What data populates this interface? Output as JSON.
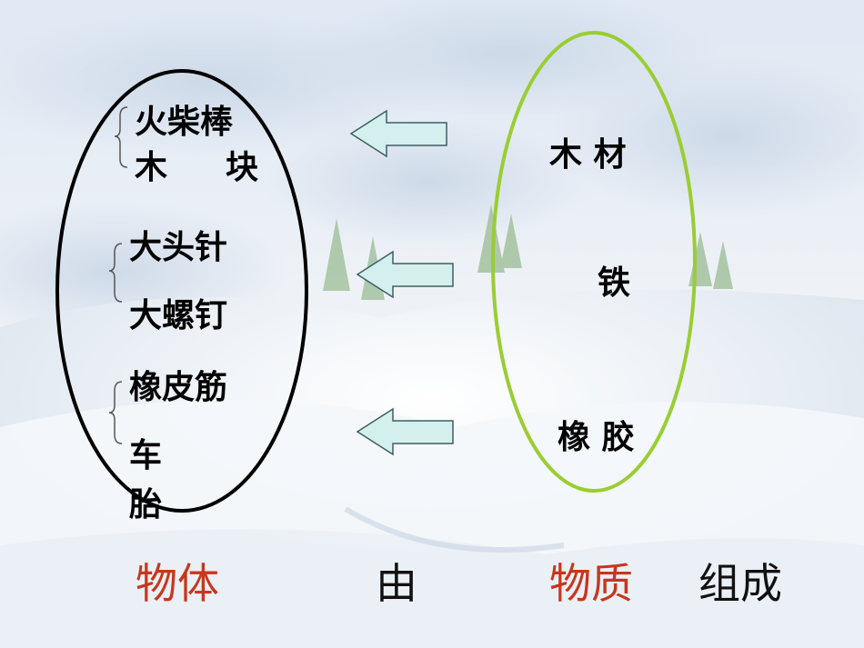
{
  "objects": {
    "group1": [
      "火柴棒",
      "木　块"
    ],
    "group2": [
      "大头针",
      "大螺钉"
    ],
    "group3": [
      "橡皮筋",
      "车",
      "胎"
    ]
  },
  "materials": [
    "木 材",
    "铁",
    "橡 胶"
  ],
  "sentence": {
    "subject": "物体",
    "verb": "由",
    "object": "物质",
    "end": "组成"
  },
  "colors": {
    "highlight": "#c8361c",
    "material_ellipse": "#9acd32",
    "object_ellipse": "#000000",
    "arrow_fill": "#d4f0ee",
    "arrow_stroke": "#3f5e63"
  }
}
